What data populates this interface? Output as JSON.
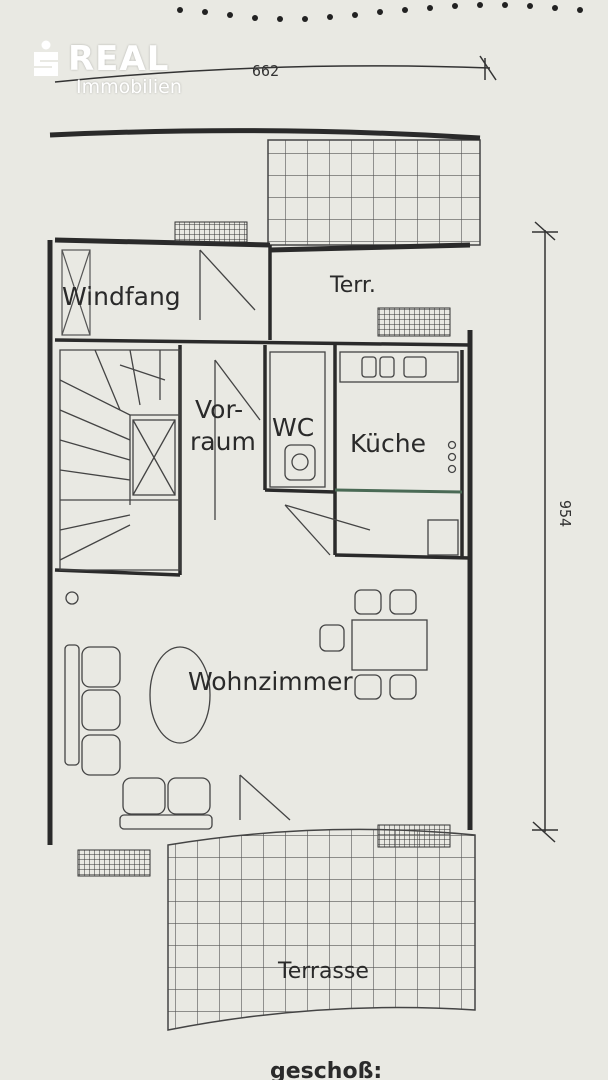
{
  "logo": {
    "brand": "REAL",
    "sub": "Immobilien"
  },
  "dimensions": {
    "width": "662",
    "height": "954"
  },
  "rooms": {
    "windfang": "Windfang",
    "terr": "Terr.",
    "vorraum_1": "Vor-",
    "vorraum_2": "raum",
    "wc": "WC",
    "kueche": "Küche",
    "wohnzimmer": "Wohnzimmer",
    "terrasse": "Terrasse"
  },
  "footer_caption": "geschoß:",
  "colors": {
    "paper": "#e9e9e3",
    "ink": "#2a2a2a",
    "logo": "#ffffff"
  }
}
